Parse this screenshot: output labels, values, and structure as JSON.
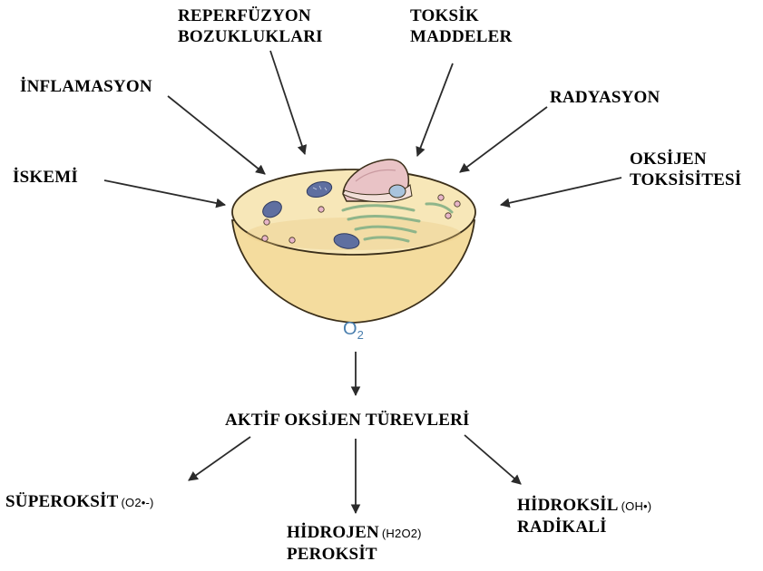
{
  "colors": {
    "arrow": "#2b2b2b",
    "cell_body": "#f4dc9e",
    "cell_top": "#f7e7b8",
    "cell_outline": "#3b2f1a",
    "nucleus": "#e9c3c6",
    "er_membrane": "#8fb58a",
    "mitochondria": "#5f6fa0",
    "vesicle": "#e7b5c8",
    "o2_text": "#4a7fae"
  },
  "causes": {
    "reperfusion": {
      "line1": "REPERFÜZYON",
      "line2": "BOZUKLUKLARI"
    },
    "toxic": {
      "line1": "TOKSİK",
      "line2": "MADDELER"
    },
    "inflammation": "İNFLAMASYON",
    "radiation": "RADYASYON",
    "ischemia": "İSKEMİ",
    "oxygen_toxicity": {
      "line1": "OKSİJEN",
      "line2": "TOKSİSİTESİ"
    }
  },
  "oxygen": {
    "symbol": "O",
    "subscript": "2"
  },
  "ros_title": "AKTİF OKSİJEN TÜREVLERİ",
  "products": {
    "superoxide": {
      "label": "SÜPEROKSİT",
      "formula": "(O2•-)"
    },
    "hydrogen_peroxide": {
      "line1": "HİDROJEN",
      "line2": "PEROKSİT",
      "formula": "(H2O2)"
    },
    "hydroxyl": {
      "line1": "HİDROKSİL",
      "line2": "RADİKALİ",
      "formula": "(OH•)"
    }
  }
}
